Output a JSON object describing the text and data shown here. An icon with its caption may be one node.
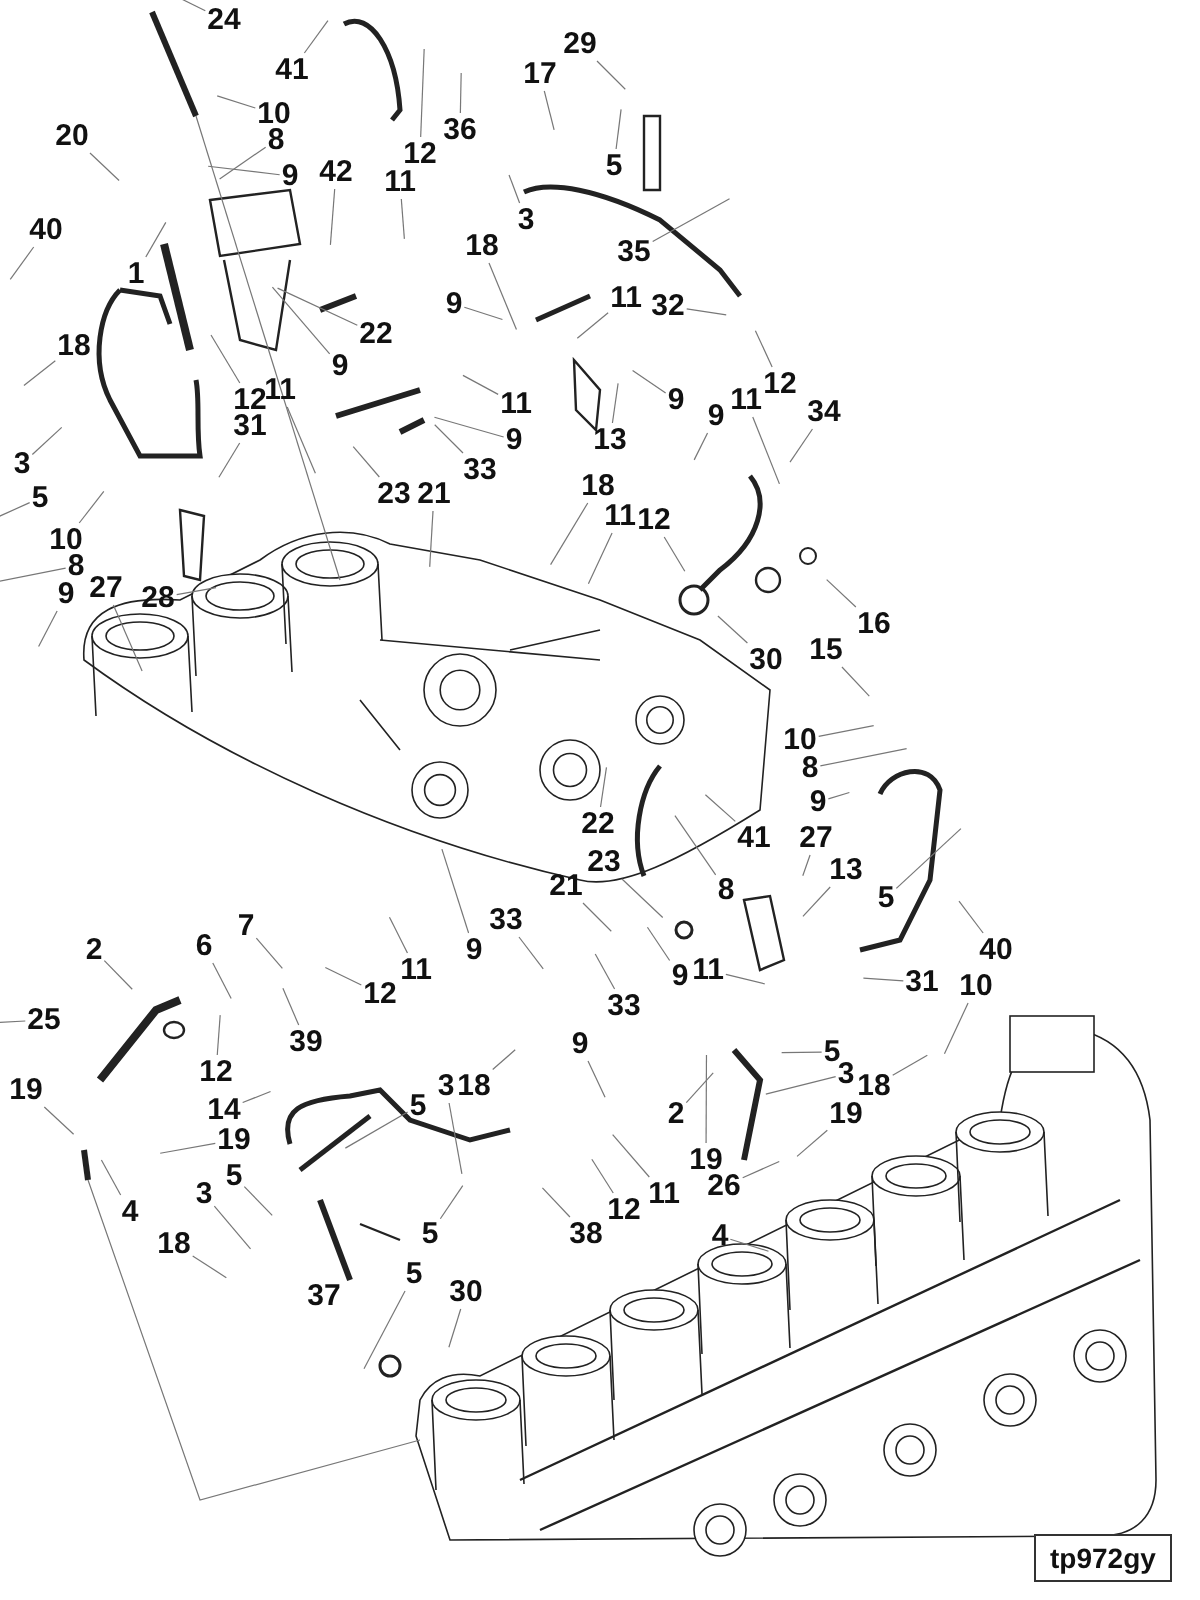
{
  "diagram": {
    "nodes": [
      {
        "text": [
          "24"
        ]
      },
      {
        "text": [
          "41"
        ]
      },
      {
        "text": [
          "10"
        ]
      },
      {
        "text": [
          "8"
        ]
      },
      {
        "text": [
          "9"
        ]
      },
      {
        "text": [
          "42"
        ]
      },
      {
        "text": [
          "20"
        ]
      },
      {
        "text": [
          "40"
        ]
      },
      {
        "text": [
          "1"
        ]
      },
      {
        "text": [
          "36"
        ]
      },
      {
        "text": [
          "12"
        ]
      },
      {
        "text": [
          "11"
        ]
      },
      {
        "text": [
          "18"
        ]
      },
      {
        "text": [
          "3"
        ]
      },
      {
        "text": [
          "29"
        ]
      },
      {
        "text": [
          "17"
        ]
      },
      {
        "text": [
          "5"
        ]
      },
      {
        "text": [
          "9"
        ]
      },
      {
        "text": [
          "22"
        ]
      },
      {
        "text": [
          "9"
        ]
      },
      {
        "text": [
          "35"
        ]
      },
      {
        "text": [
          "11"
        ]
      },
      {
        "text": [
          "32"
        ]
      },
      {
        "text": [
          "18"
        ]
      },
      {
        "text": [
          "3"
        ]
      },
      {
        "text": [
          "5"
        ]
      },
      {
        "text": [
          "12"
        ]
      },
      {
        "text": [
          "11"
        ]
      },
      {
        "text": [
          "31"
        ]
      },
      {
        "text": [
          "12"
        ]
      },
      {
        "text": [
          "11"
        ]
      },
      {
        "text": [
          "9"
        ]
      },
      {
        "text": [
          "9"
        ]
      },
      {
        "text": [
          "34"
        ]
      },
      {
        "text": [
          "11"
        ]
      },
      {
        "text": [
          "9"
        ]
      },
      {
        "text": [
          "13"
        ]
      },
      {
        "text": [
          "18"
        ]
      },
      {
        "text": [
          "11"
        ]
      },
      {
        "text": [
          "12"
        ]
      },
      {
        "text": [
          "23"
        ]
      },
      {
        "text": [
          "21"
        ]
      },
      {
        "text": [
          "33"
        ]
      },
      {
        "text": [
          "10"
        ]
      },
      {
        "text": [
          "8"
        ]
      },
      {
        "text": [
          "9"
        ]
      },
      {
        "text": [
          "27"
        ]
      },
      {
        "text": [
          "28"
        ]
      },
      {
        "text": [
          "30"
        ]
      },
      {
        "text": [
          "15"
        ]
      },
      {
        "text": [
          "16"
        ]
      },
      {
        "text": [
          "22"
        ]
      },
      {
        "text": [
          "23"
        ]
      },
      {
        "text": [
          "41"
        ]
      },
      {
        "text": [
          "10"
        ]
      },
      {
        "text": [
          "8"
        ]
      },
      {
        "text": [
          "9"
        ]
      },
      {
        "text": [
          "27"
        ]
      },
      {
        "text": [
          "8"
        ]
      },
      {
        "text": [
          "13"
        ]
      },
      {
        "text": [
          "5"
        ]
      },
      {
        "text": [
          "40"
        ]
      },
      {
        "text": [
          "10"
        ]
      },
      {
        "text": [
          "31"
        ]
      },
      {
        "text": [
          "7"
        ]
      },
      {
        "text": [
          "6"
        ]
      },
      {
        "text": [
          "2"
        ]
      },
      {
        "text": [
          "33"
        ]
      },
      {
        "text": [
          "21"
        ]
      },
      {
        "text": [
          "9"
        ]
      },
      {
        "text": [
          "11"
        ]
      },
      {
        "text": [
          "12"
        ]
      },
      {
        "text": [
          "9"
        ]
      },
      {
        "text": [
          "11"
        ]
      },
      {
        "text": [
          "25"
        ]
      },
      {
        "text": [
          "39"
        ]
      },
      {
        "text": [
          "12"
        ]
      },
      {
        "text": [
          "9"
        ]
      },
      {
        "text": [
          "33"
        ]
      },
      {
        "text": [
          "2"
        ]
      },
      {
        "text": [
          "5"
        ]
      },
      {
        "text": [
          "3"
        ]
      },
      {
        "text": [
          "18"
        ]
      },
      {
        "text": [
          "19"
        ]
      },
      {
        "text": [
          "14"
        ]
      },
      {
        "text": [
          "5"
        ]
      },
      {
        "text": [
          "3"
        ]
      },
      {
        "text": [
          "18"
        ]
      },
      {
        "text": [
          "19"
        ]
      },
      {
        "text": [
          "5"
        ]
      },
      {
        "text": [
          "19"
        ]
      },
      {
        "text": [
          "19"
        ]
      },
      {
        "text": [
          "26"
        ]
      },
      {
        "text": [
          "3"
        ]
      },
      {
        "text": [
          "4"
        ]
      },
      {
        "text": [
          "11"
        ]
      },
      {
        "text": [
          "12"
        ]
      },
      {
        "text": [
          "38"
        ]
      },
      {
        "text": [
          "4"
        ]
      },
      {
        "text": [
          "5"
        ]
      },
      {
        "text": [
          "18"
        ]
      },
      {
        "text": [
          "5"
        ]
      },
      {
        "text": [
          "30"
        ]
      },
      {
        "text": [
          "37"
        ]
      }
    ],
    "edges": [
      {
        "from": 0,
        "to": null,
        "arrow": "none"
      },
      {
        "from": 1,
        "to": null,
        "arrow": "none"
      },
      {
        "from": 2,
        "to": null,
        "arrow": "none"
      },
      {
        "from": 3,
        "to": null,
        "arrow": "none"
      },
      {
        "from": 4,
        "to": null,
        "arrow": "none"
      },
      {
        "from": 5,
        "to": null,
        "arrow": "none"
      },
      {
        "from": 6,
        "to": null,
        "arrow": "none"
      },
      {
        "from": 7,
        "to": null,
        "arrow": "none"
      },
      {
        "from": 8,
        "to": null,
        "arrow": "none"
      },
      {
        "from": 9,
        "to": null,
        "arrow": "none"
      },
      {
        "from": 10,
        "to": null,
        "arrow": "none"
      },
      {
        "from": 11,
        "to": null,
        "arrow": "none"
      },
      {
        "from": 12,
        "to": null,
        "arrow": "none"
      },
      {
        "from": 13,
        "to": null,
        "arrow": "none"
      },
      {
        "from": 14,
        "to": null,
        "arrow": "none"
      },
      {
        "from": 15,
        "to": null,
        "arrow": "none"
      },
      {
        "from": 16,
        "to": null,
        "arrow": "none"
      },
      {
        "from": 17,
        "to": null,
        "arrow": "none"
      },
      {
        "from": 18,
        "to": null,
        "arrow": "none"
      },
      {
        "from": 19,
        "to": null,
        "arrow": "none"
      },
      {
        "from": 20,
        "to": null,
        "arrow": "none"
      },
      {
        "from": 21,
        "to": null,
        "arrow": "none"
      },
      {
        "from": 22,
        "to": null,
        "arrow": "none"
      },
      {
        "from": 23,
        "to": null,
        "arrow": "none"
      },
      {
        "from": 24,
        "to": null,
        "arrow": "none"
      },
      {
        "from": 25,
        "to": null,
        "arrow": "none"
      },
      {
        "from": 26,
        "to": null,
        "arrow": "none"
      },
      {
        "from": 27,
        "to": null,
        "arrow": "none"
      },
      {
        "from": 28,
        "to": null,
        "arrow": "none"
      },
      {
        "from": 29,
        "to": null,
        "arrow": "none"
      },
      {
        "from": 30,
        "to": null,
        "arrow": "none"
      },
      {
        "from": 31,
        "to": null,
        "arrow": "none"
      },
      {
        "from": 32,
        "to": null,
        "arrow": "none"
      },
      {
        "from": 33,
        "to": null,
        "arrow": "none"
      },
      {
        "from": 34,
        "to": null,
        "arrow": "none"
      },
      {
        "from": 35,
        "to": null,
        "arrow": "none"
      },
      {
        "from": 36,
        "to": null,
        "arrow": "none"
      },
      {
        "from": 37,
        "to": null,
        "arrow": "none"
      },
      {
        "from": 38,
        "to": null,
        "arrow": "none"
      },
      {
        "from": 39,
        "to": null,
        "arrow": "none"
      },
      {
        "from": 40,
        "to": null,
        "arrow": "none"
      },
      {
        "from": 41,
        "to": null,
        "arrow": "none"
      },
      {
        "from": 42,
        "to": null,
        "arrow": "none"
      },
      {
        "from": 43,
        "to": null,
        "arrow": "none"
      },
      {
        "from": 44,
        "to": null,
        "arrow": "none"
      },
      {
        "from": 45,
        "to": null,
        "arrow": "none"
      },
      {
        "from": 46,
        "to": null,
        "arrow": "none"
      },
      {
        "from": 47,
        "to": null,
        "arrow": "none"
      },
      {
        "from": 48,
        "to": null,
        "arrow": "none"
      },
      {
        "from": 49,
        "to": null,
        "arrow": "none"
      },
      {
        "from": 50,
        "to": null,
        "arrow": "none"
      },
      {
        "from": 51,
        "to": null,
        "arrow": "none"
      },
      {
        "from": 52,
        "to": null,
        "arrow": "none"
      },
      {
        "from": 53,
        "to": null,
        "arrow": "none"
      },
      {
        "from": 54,
        "to": null,
        "arrow": "none"
      },
      {
        "from": 55,
        "to": null,
        "arrow": "none"
      },
      {
        "from": 56,
        "to": null,
        "arrow": "none"
      },
      {
        "from": 57,
        "to": null,
        "arrow": "none"
      },
      {
        "from": 58,
        "to": null,
        "arrow": "none"
      },
      {
        "from": 59,
        "to": null,
        "arrow": "none"
      },
      {
        "from": 60,
        "to": null,
        "arrow": "none"
      },
      {
        "from": 61,
        "to": null,
        "arrow": "none"
      },
      {
        "from": 62,
        "to": null,
        "arrow": "none"
      },
      {
        "from": 63,
        "to": null,
        "arrow": "none"
      },
      {
        "from": 64,
        "to": null,
        "arrow": "none"
      },
      {
        "from": 65,
        "to": null,
        "arrow": "none"
      },
      {
        "from": 66,
        "to": null,
        "arrow": "none"
      },
      {
        "from": 67,
        "to": null,
        "arrow": "none"
      },
      {
        "from": 68,
        "to": null,
        "arrow": "none"
      },
      {
        "from": 69,
        "to": null,
        "arrow": "none"
      },
      {
        "from": 70,
        "to": null,
        "arrow": "none"
      },
      {
        "from": 71,
        "to": null,
        "arrow": "none"
      },
      {
        "from": 72,
        "to": null,
        "arrow": "none"
      },
      {
        "from": 73,
        "to": null,
        "arrow": "none"
      },
      {
        "from": 74,
        "to": null,
        "arrow": "none"
      },
      {
        "from": 75,
        "to": null,
        "arrow": "none"
      },
      {
        "from": 76,
        "to": null,
        "arrow": "none"
      },
      {
        "from": 77,
        "to": null,
        "arrow": "none"
      },
      {
        "from": 78,
        "to": null,
        "arrow": "none"
      },
      {
        "from": 79,
        "to": null,
        "arrow": "none"
      },
      {
        "from": 80,
        "to": null,
        "arrow": "none"
      },
      {
        "from": 81,
        "to": null,
        "arrow": "none"
      },
      {
        "from": 82,
        "to": null,
        "arrow": "none"
      },
      {
        "from": 83,
        "to": null,
        "arrow": "none"
      },
      {
        "from": 84,
        "to": null,
        "arrow": "none"
      },
      {
        "from": 85,
        "to": null,
        "arrow": "none"
      },
      {
        "from": 86,
        "to": null,
        "arrow": "none"
      },
      {
        "from": 87,
        "to": null,
        "arrow": "none"
      },
      {
        "from": 88,
        "to": null,
        "arrow": "none"
      },
      {
        "from": 89,
        "to": null,
        "arrow": "none"
      },
      {
        "from": 90,
        "to": null,
        "arrow": "none"
      },
      {
        "from": 91,
        "to": null,
        "arrow": "none"
      },
      {
        "from": 92,
        "to": null,
        "arrow": "none"
      },
      {
        "from": 93,
        "to": null,
        "arrow": "none"
      },
      {
        "from": 94,
        "to": null,
        "arrow": "none"
      },
      {
        "from": 95,
        "to": null,
        "arrow": "none"
      },
      {
        "from": 96,
        "to": null,
        "arrow": "none"
      },
      {
        "from": 97,
        "to": null,
        "arrow": "none"
      },
      {
        "from": 98,
        "to": null,
        "arrow": "none"
      },
      {
        "from": 99,
        "to": null,
        "arrow": "none"
      },
      {
        "from": 100,
        "to": null,
        "arrow": "none"
      },
      {
        "from": 101,
        "to": null,
        "arrow": "none"
      },
      {
        "from": 102,
        "to": null,
        "arrow": "none"
      }
    ],
    "labels": [
      "tp972gy"
    ]
  }
}
